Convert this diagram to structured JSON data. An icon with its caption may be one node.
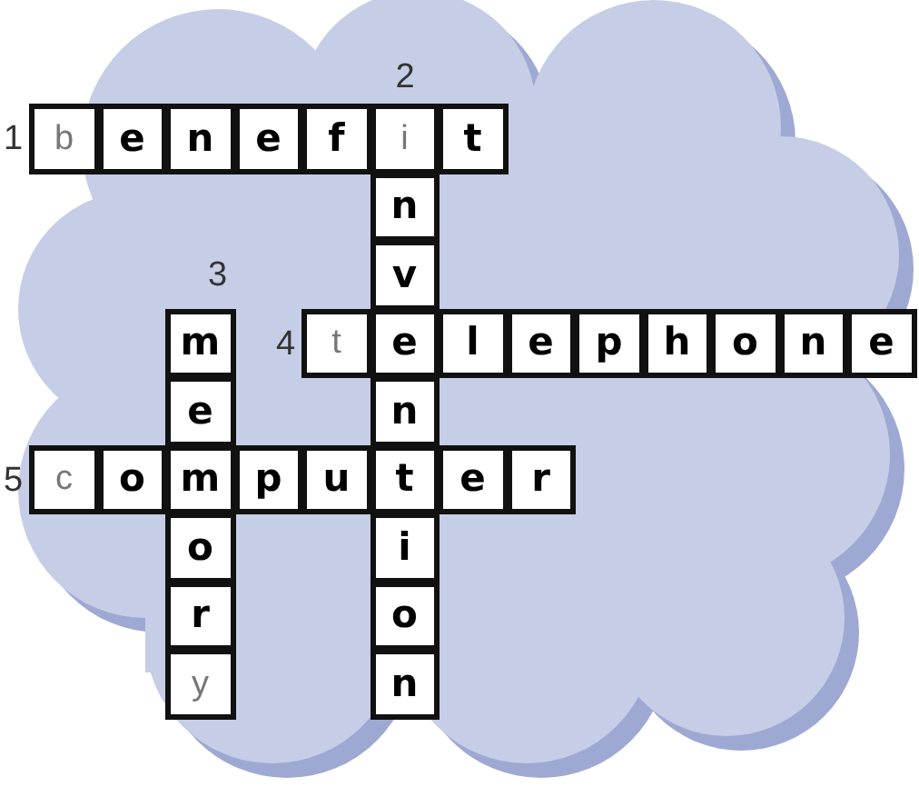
{
  "diagram": {
    "labels": [
      "2",
      "1",
      "b",
      "e",
      "n",
      "e",
      "f",
      "i",
      "t",
      "n",
      "3",
      "v",
      "m",
      "4",
      "t",
      "e",
      "l",
      "e",
      "p",
      "h",
      "o",
      "n",
      "e",
      "e",
      "n",
      "5",
      "c",
      "o",
      "m",
      "p",
      "u",
      "t",
      "e",
      "r",
      "o",
      "i",
      "r",
      "o",
      "y",
      "n"
    ]
  }
}
